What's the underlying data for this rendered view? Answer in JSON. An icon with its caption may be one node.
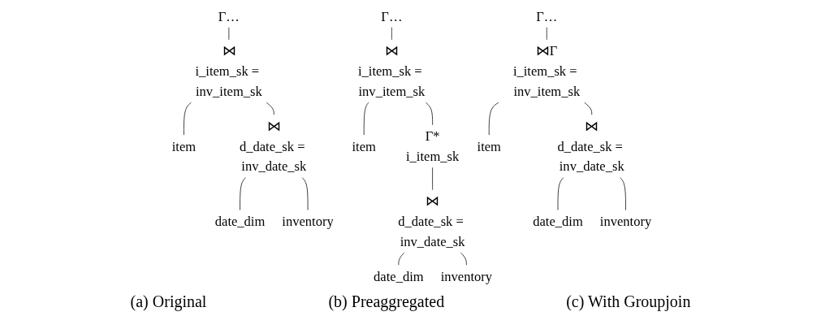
{
  "diagram": {
    "nodes": [
      {
        "text": [
          "Γ…"
        ]
      },
      {
        "text": [
          "⋈"
        ],
        "beside": [
          "i_item_sk = inv_item_sk"
        ]
      },
      {
        "text": [
          "item"
        ]
      },
      {
        "text": [
          "⋈"
        ],
        "beside": [
          "d_date_sk = inv_date_sk"
        ]
      },
      {
        "text": [
          "date_dim"
        ]
      },
      {
        "text": [
          "inventory"
        ]
      },
      {
        "text": [
          "Γ…"
        ]
      },
      {
        "text": [
          "⋈"
        ],
        "beside": [
          "i_item_sk = inv_item_sk"
        ]
      },
      {
        "text": [
          "item"
        ]
      },
      {
        "text": [
          "Γ*"
        ],
        "beside": [
          "i_item_sk"
        ]
      },
      {
        "text": [
          "⋈"
        ],
        "beside": [
          "d_date_sk = inv_date_sk"
        ]
      },
      {
        "text": [
          "date_dim"
        ]
      },
      {
        "text": [
          "inventory"
        ]
      },
      {
        "text": [
          "Γ…"
        ]
      },
      {
        "text": [
          "⋈Γ"
        ],
        "beside": [
          "i_item_sk = inv_item_sk"
        ]
      },
      {
        "text": [
          "item"
        ]
      },
      {
        "text": [
          "⋈"
        ],
        "beside": [
          "d_date_sk = inv_date_sk"
        ]
      },
      {
        "text": [
          "date_dim"
        ]
      },
      {
        "text": [
          "inventory"
        ]
      }
    ],
    "edges": [
      {
        "from": 0,
        "to": 1,
        "arrow": "none"
      },
      {
        "from": 1,
        "to": 2,
        "arrow": "none"
      },
      {
        "from": 1,
        "to": 3,
        "arrow": "none"
      },
      {
        "from": 3,
        "to": 4,
        "arrow": "none"
      },
      {
        "from": 3,
        "to": 5,
        "arrow": "none"
      },
      {
        "from": 6,
        "to": 7,
        "arrow": "none"
      },
      {
        "from": 7,
        "to": 8,
        "arrow": "none"
      },
      {
        "from": 7,
        "to": 9,
        "arrow": "none"
      },
      {
        "from": 9,
        "to": 10,
        "arrow": "none"
      },
      {
        "from": 10,
        "to": 11,
        "arrow": "none"
      },
      {
        "from": 10,
        "to": 12,
        "arrow": "none"
      },
      {
        "from": 13,
        "to": 14,
        "arrow": "none"
      },
      {
        "from": 14,
        "to": 15,
        "arrow": "none"
      },
      {
        "from": 14,
        "to": 16,
        "arrow": "none"
      },
      {
        "from": 16,
        "to": 17,
        "arrow": "none"
      },
      {
        "from": 16,
        "to": 18,
        "arrow": "none"
      }
    ],
    "labels": [
      "(a) Original",
      "(b) Preaggregated",
      "(c) With Groupjoin"
    ]
  }
}
